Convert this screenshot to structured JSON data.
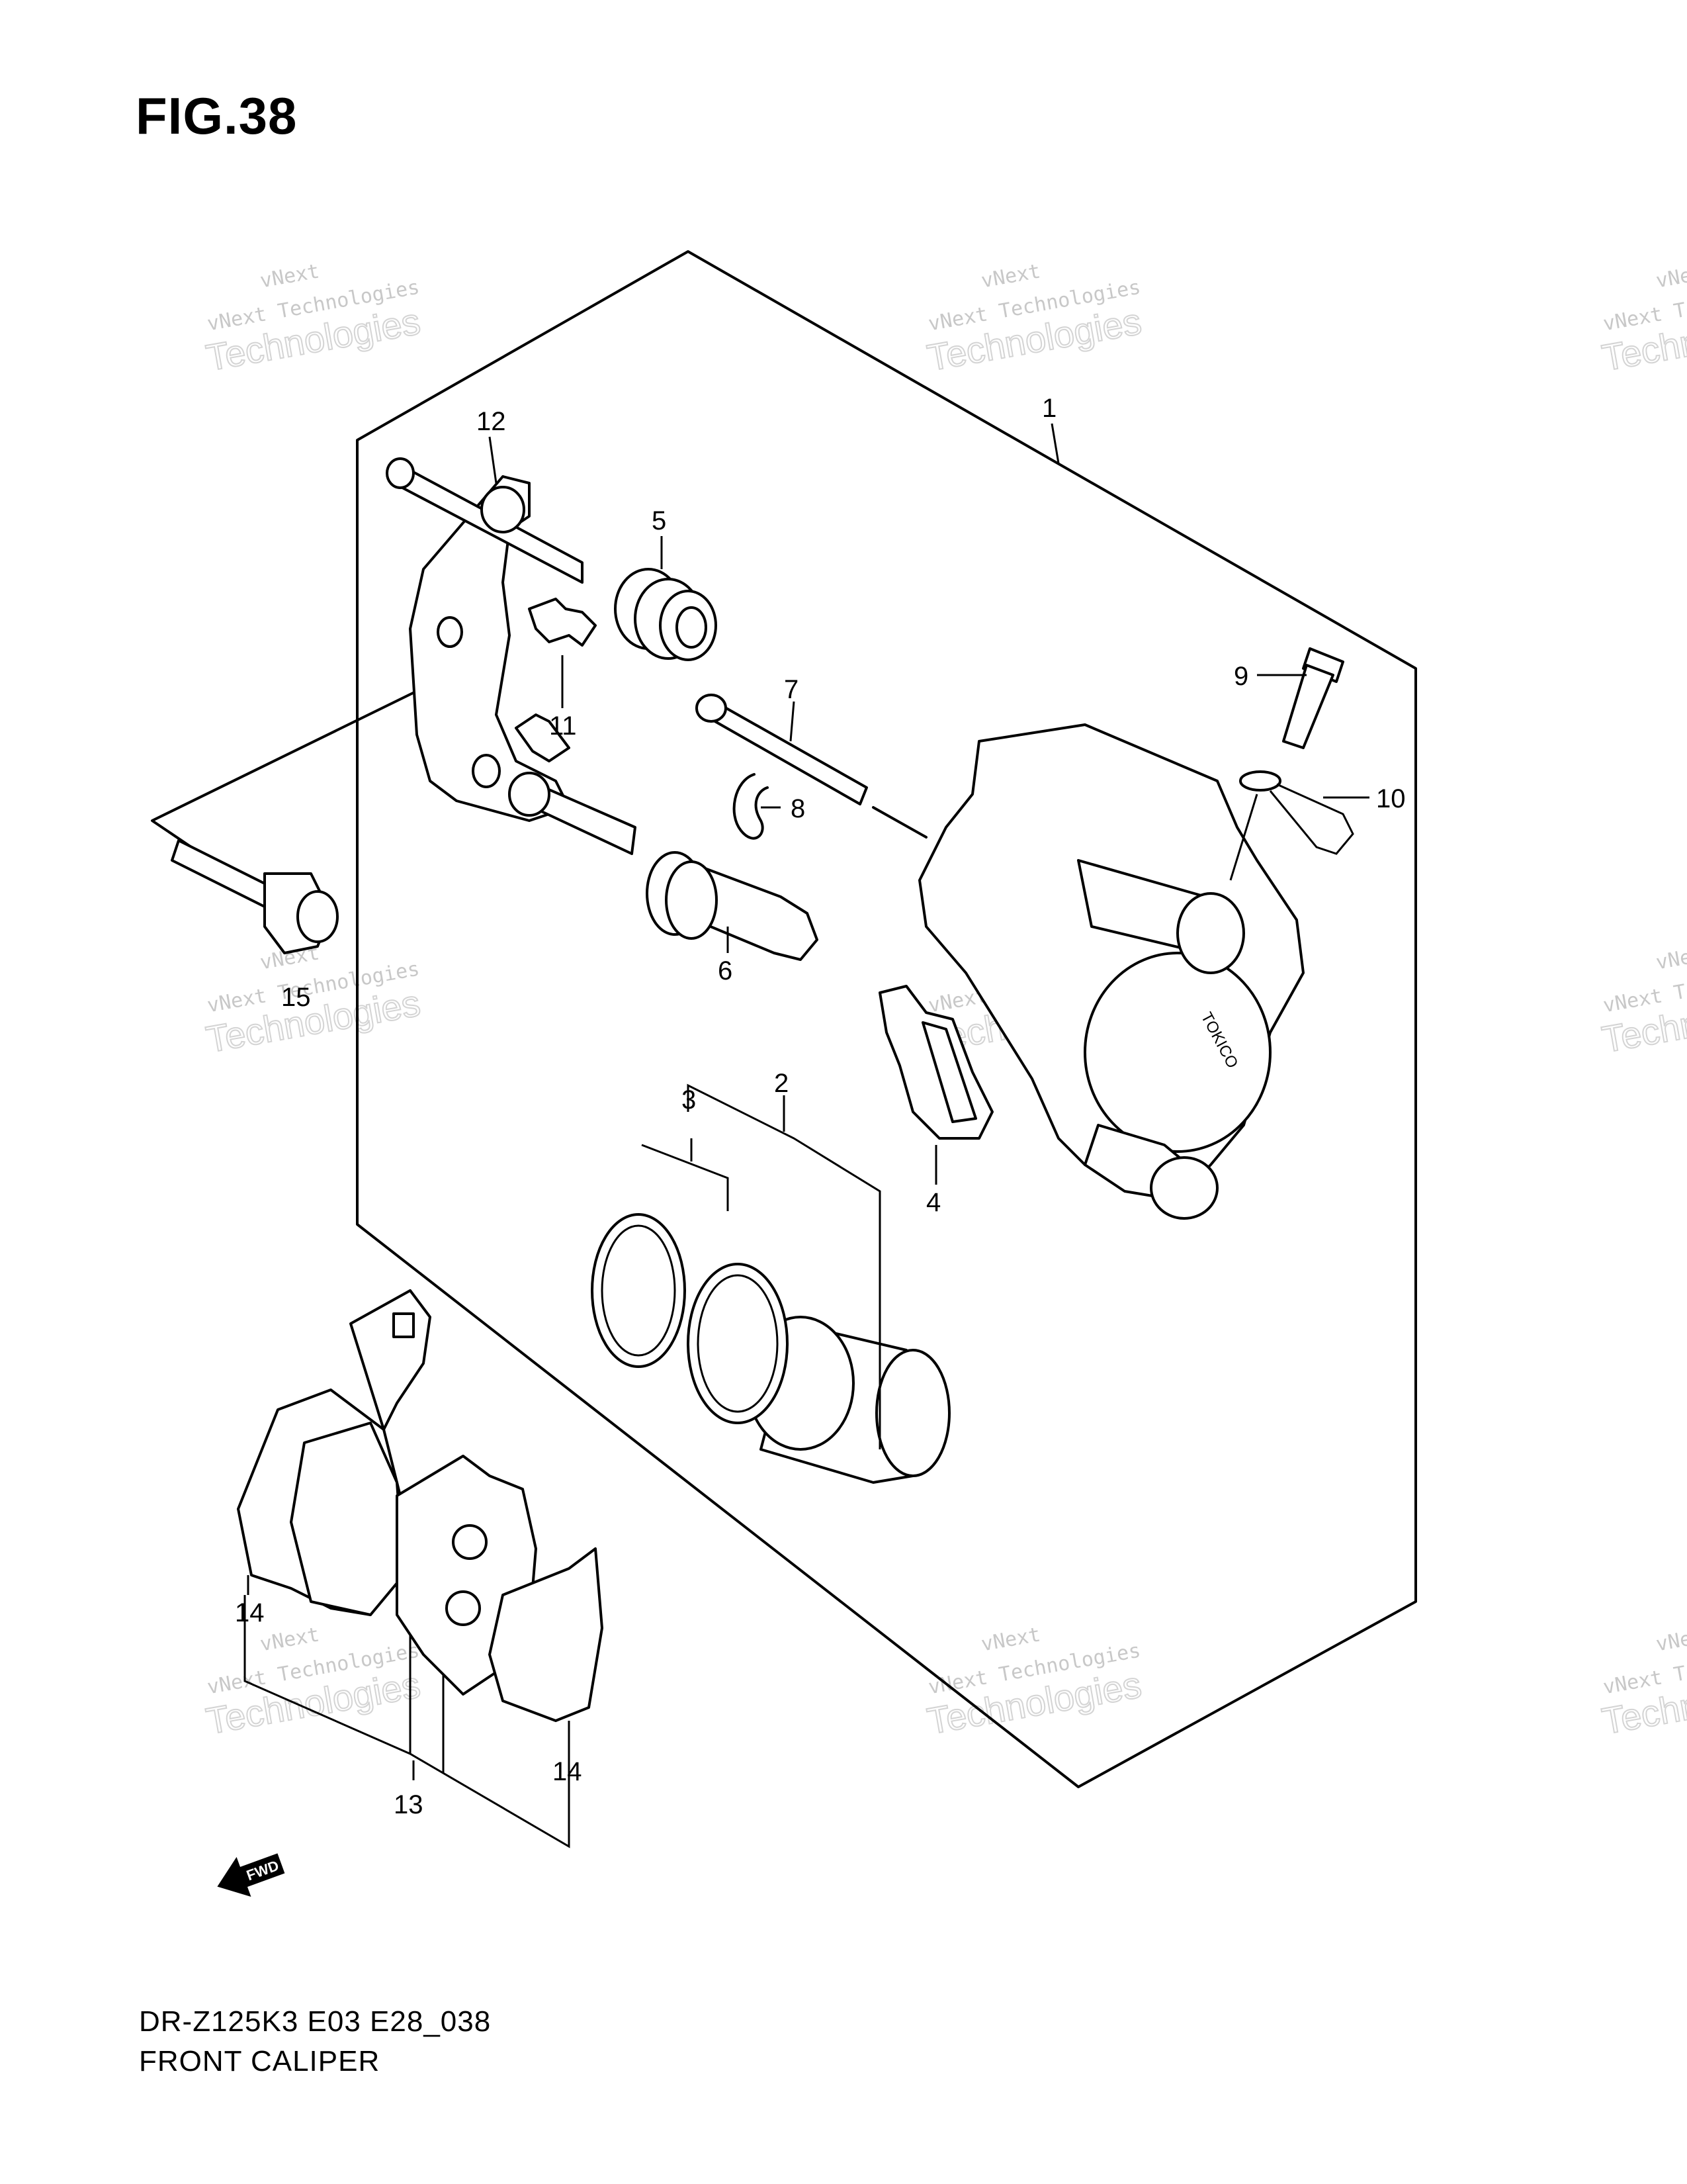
{
  "figure": {
    "title": "FIG.38",
    "model_code": "DR-Z125K3 E03 E28_038",
    "name": "FRONT CALIPER"
  },
  "callouts": {
    "c1": "1",
    "c2": "2",
    "c3": "3",
    "c4": "4",
    "c5": "5",
    "c6": "6",
    "c7": "7",
    "c8": "8",
    "c9": "9",
    "c10": "10",
    "c11": "11",
    "c12": "12",
    "c13": "13",
    "c14a": "14",
    "c14b": "14",
    "c15": "15"
  },
  "watermark": {
    "line1": "vNext",
    "line2": "vNext Technologies",
    "line3": "Technologies"
  },
  "markings": {
    "caliper_brand": "TOKICO",
    "fwd_arrow": "FWD"
  }
}
